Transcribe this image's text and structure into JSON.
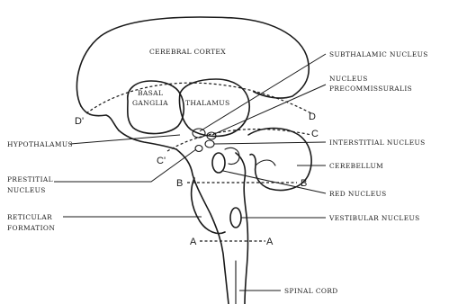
{
  "labels": {
    "cerebral_cortex": "CEREBRAL CORTEX",
    "basal_ganglia_line1": "BASAL",
    "basal_ganglia_line2": "GANGLIA",
    "thalamus": "THALAMUS",
    "subthalamic_nucleus": "SUBTHALAMIC NUCLEUS",
    "nucleus_precommissuralis_line1": "NUCLEUS",
    "nucleus_precommissuralis_line2": "PRECOMMISSURALIS",
    "hypothalamus": "HYPOTHALAMUS",
    "interstitial_nucleus": "INTERSTITIAL NUCLEUS",
    "cerebellum": "CEREBELLUM",
    "prestitial_nucleus_line1": "PRESTITIAL",
    "prestitial_nucleus_line2": "NUCLEUS",
    "red_nucleus": "RED NUCLEUS",
    "reticular_formation_line1": "RETICULAR",
    "reticular_formation_line2": "FORMATION",
    "vestibular_nucleus": "VESTIBULAR NUCLEUS",
    "spinal_cord": "SPINAL CORD"
  },
  "section_marks": {
    "d_prime": "D'",
    "d": "D",
    "c_prime": "C'",
    "c": "C",
    "b_left": "B",
    "b_right": "B",
    "a_left": "A",
    "a_right": "A"
  }
}
